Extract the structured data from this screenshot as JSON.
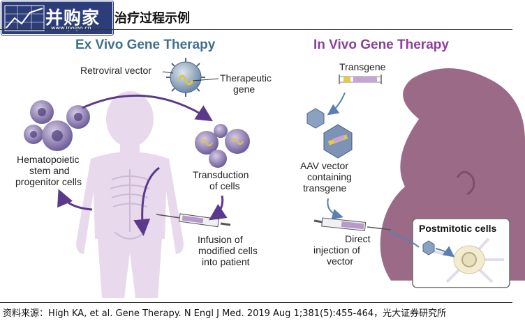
{
  "watermark": {
    "brand": "并购家",
    "url": "www.ipoipo.cn"
  },
  "title": "治疗过程示例",
  "ex_vivo": {
    "heading": "Ex Vivo Gene Therapy",
    "retroviral_vector": "Retroviral vector",
    "therapeutic_gene": [
      "Therapeutic",
      "gene"
    ],
    "hsc": [
      "Hematopoietic",
      "stem and",
      "progenitor cells"
    ],
    "transduction": [
      "Transduction",
      "of cells"
    ],
    "infusion": [
      "Infusion of",
      "modified cells",
      "into patient"
    ]
  },
  "in_vivo": {
    "heading": "In Vivo Gene Therapy",
    "transgene": "Transgene",
    "aav": [
      "AAV vector",
      "containing",
      "transgene"
    ],
    "injection": [
      "Direct",
      "injection of",
      "vector"
    ],
    "postmitotic": "Postmitotic cells"
  },
  "source": "资料来源：High KA, et al. Gene Therapy. N Engl J Med. 2019 Aug 1;381(5):455-464，光大证券研究所",
  "colors": {
    "arrow_purple": "#5b3a8c",
    "child": "#e8d9ec",
    "infant": "#9b6a86",
    "cell": "#7f6fa6"
  }
}
